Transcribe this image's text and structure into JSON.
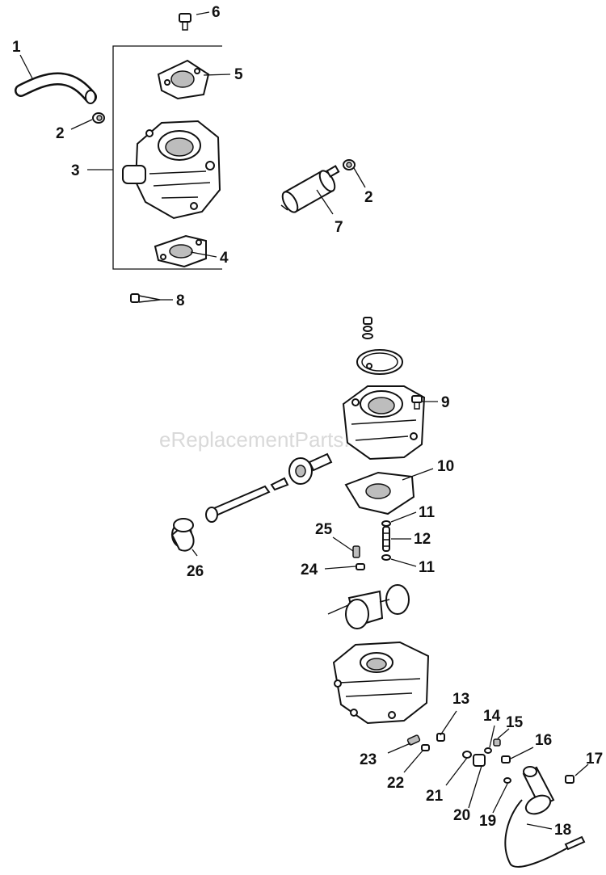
{
  "watermark": "eReplacementParts.com",
  "callouts": [
    "1",
    "2",
    "3",
    "4",
    "5",
    "6",
    "7",
    "2",
    "8",
    "9",
    "10",
    "11",
    "12",
    "11",
    "13",
    "14",
    "15",
    "16",
    "17",
    "18",
    "19",
    "20",
    "21",
    "22",
    "23",
    "24",
    "25",
    "26"
  ]
}
